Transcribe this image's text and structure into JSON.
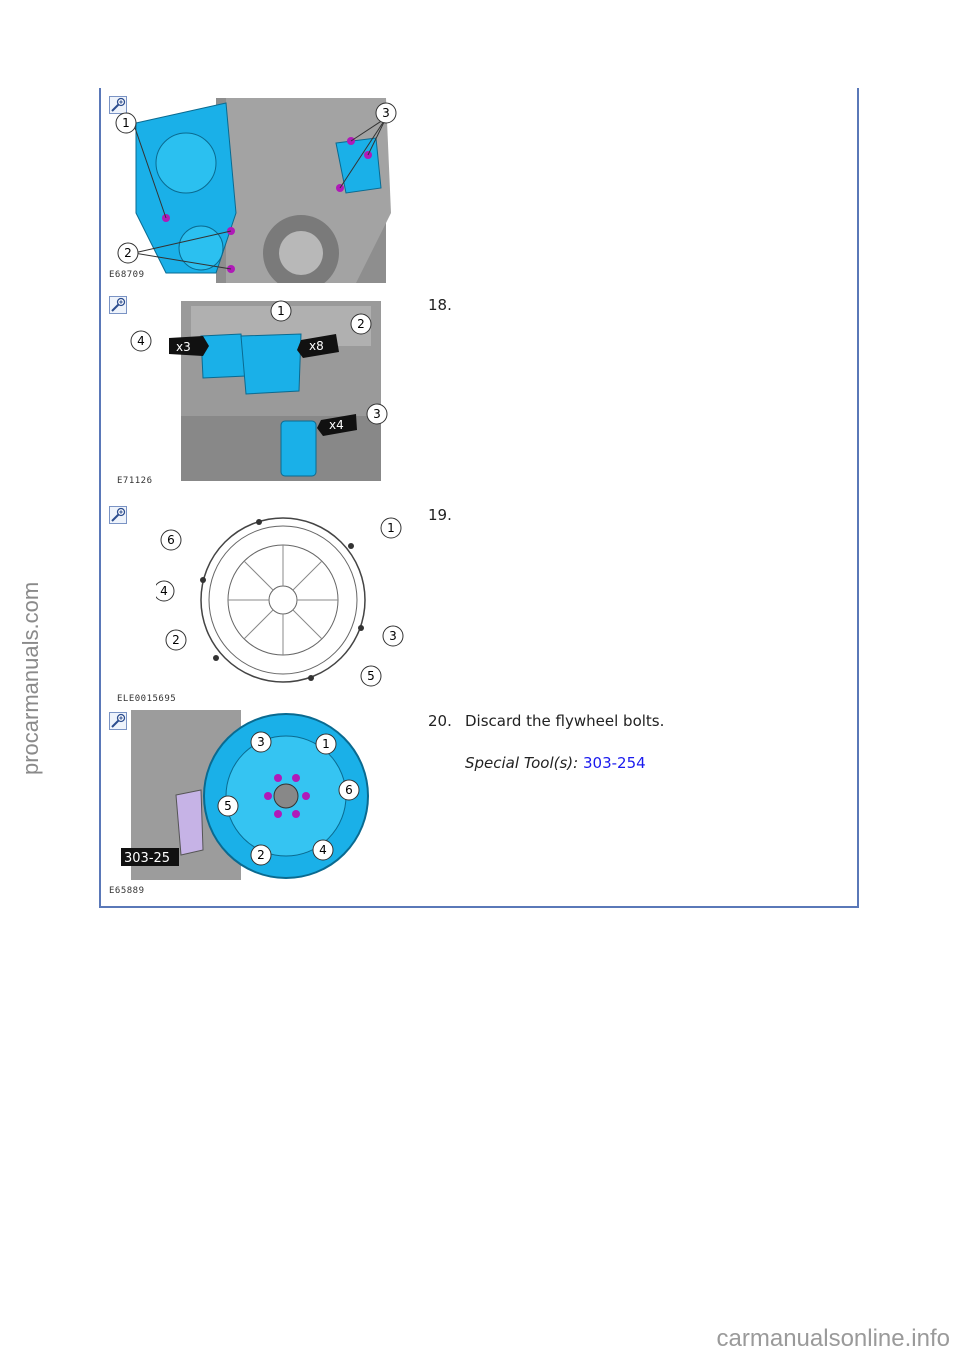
{
  "steps": [
    {
      "number": "",
      "figure_code": "E68709",
      "callouts": [
        "1",
        "2",
        "3"
      ],
      "text": ""
    },
    {
      "number": "18.",
      "figure_code": "E71126",
      "callouts": [
        "1",
        "2",
        "3",
        "4"
      ],
      "quantities": [
        "x3",
        "x8",
        "x4"
      ],
      "text": ""
    },
    {
      "number": "19.",
      "figure_code": "ELE0015695",
      "callouts": [
        "1",
        "2",
        "3",
        "4",
        "5",
        "6"
      ],
      "text": ""
    },
    {
      "number": "20.",
      "figure_code": "E65889",
      "callouts": [
        "1",
        "2",
        "3",
        "4",
        "5",
        "6"
      ],
      "tool_tag": "303-25",
      "text": "Discard the flywheel bolts.",
      "special_tools_label": "Special Tool(s):",
      "special_tools_value": "303-254"
    }
  ],
  "watermarks": {
    "side": "procarmanuals.com",
    "bottom": "carmanualsonline.info"
  },
  "colors": {
    "frame": "#5a78b8",
    "link": "#1a1aee",
    "part_highlight": "#1ab0e8",
    "bolt_marker": "#b01ab8"
  }
}
